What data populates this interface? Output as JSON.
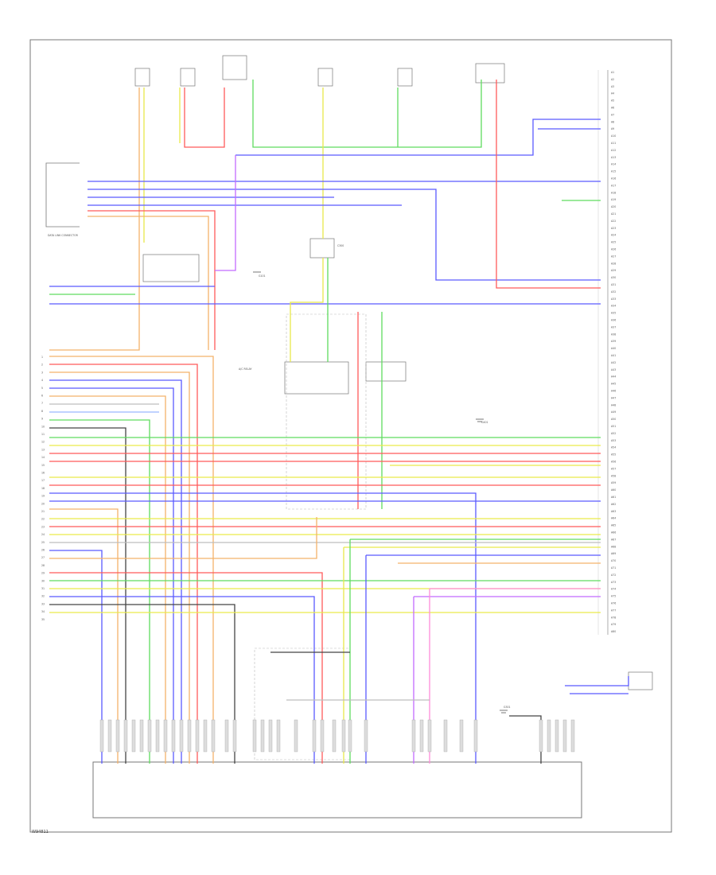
{
  "diagram": {
    "figure_code": "W94811",
    "component_labels": {
      "ground_right": "G401",
      "ground_ecm": "G101",
      "ground_lower": "G301",
      "junction": "C300",
      "dlc": "DATA LINK CONNECTOR",
      "relay": "A/C RELAY"
    },
    "left_connector_pins": [
      "1",
      "2",
      "3",
      "4",
      "5",
      "6",
      "7",
      "8",
      "9",
      "10",
      "11",
      "12",
      "13",
      "14",
      "15",
      "16",
      "17",
      "18",
      "19",
      "20",
      "21",
      "22",
      "23",
      "24",
      "25",
      "26",
      "27",
      "28",
      "29",
      "30",
      "31",
      "32",
      "33",
      "34",
      "35"
    ],
    "right_connector_pins": [
      "A1",
      "A2",
      "A3",
      "A4",
      "A5",
      "A6",
      "A7",
      "A8",
      "A9",
      "A10",
      "A11",
      "A12",
      "A13",
      "A14",
      "A15",
      "A16",
      "A17",
      "A18",
      "A19",
      "A20",
      "A21",
      "A22",
      "A23",
      "A24",
      "A25",
      "A26",
      "A27",
      "A28",
      "A29",
      "A30",
      "A31",
      "A32",
      "A33",
      "A34",
      "A35",
      "A36",
      "A37",
      "A38",
      "A39",
      "A40",
      "A41",
      "A42",
      "A43",
      "A44",
      "A45",
      "A46",
      "A47",
      "A48",
      "A49",
      "A50",
      "A51",
      "A52",
      "A53",
      "A54",
      "A55",
      "A56",
      "A57",
      "A58",
      "A59",
      "A60",
      "A61",
      "A62",
      "A63",
      "A64",
      "A65",
      "A66",
      "A67",
      "A68",
      "A69",
      "A70",
      "A71",
      "A72",
      "A73",
      "A74",
      "A75",
      "A76",
      "A77",
      "A78",
      "A79",
      "A80"
    ],
    "wire_colors": {
      "blue": "#5b5bff",
      "red": "#ff5a5a",
      "green": "#5fdc5f",
      "yellow": "#e9e94a",
      "orange": "#f3b26a",
      "pink": "#ff8cd9",
      "violet": "#c26bff",
      "black": "#444444",
      "gray": "#bdbdbd",
      "lightblue": "#9ab8ff"
    }
  }
}
